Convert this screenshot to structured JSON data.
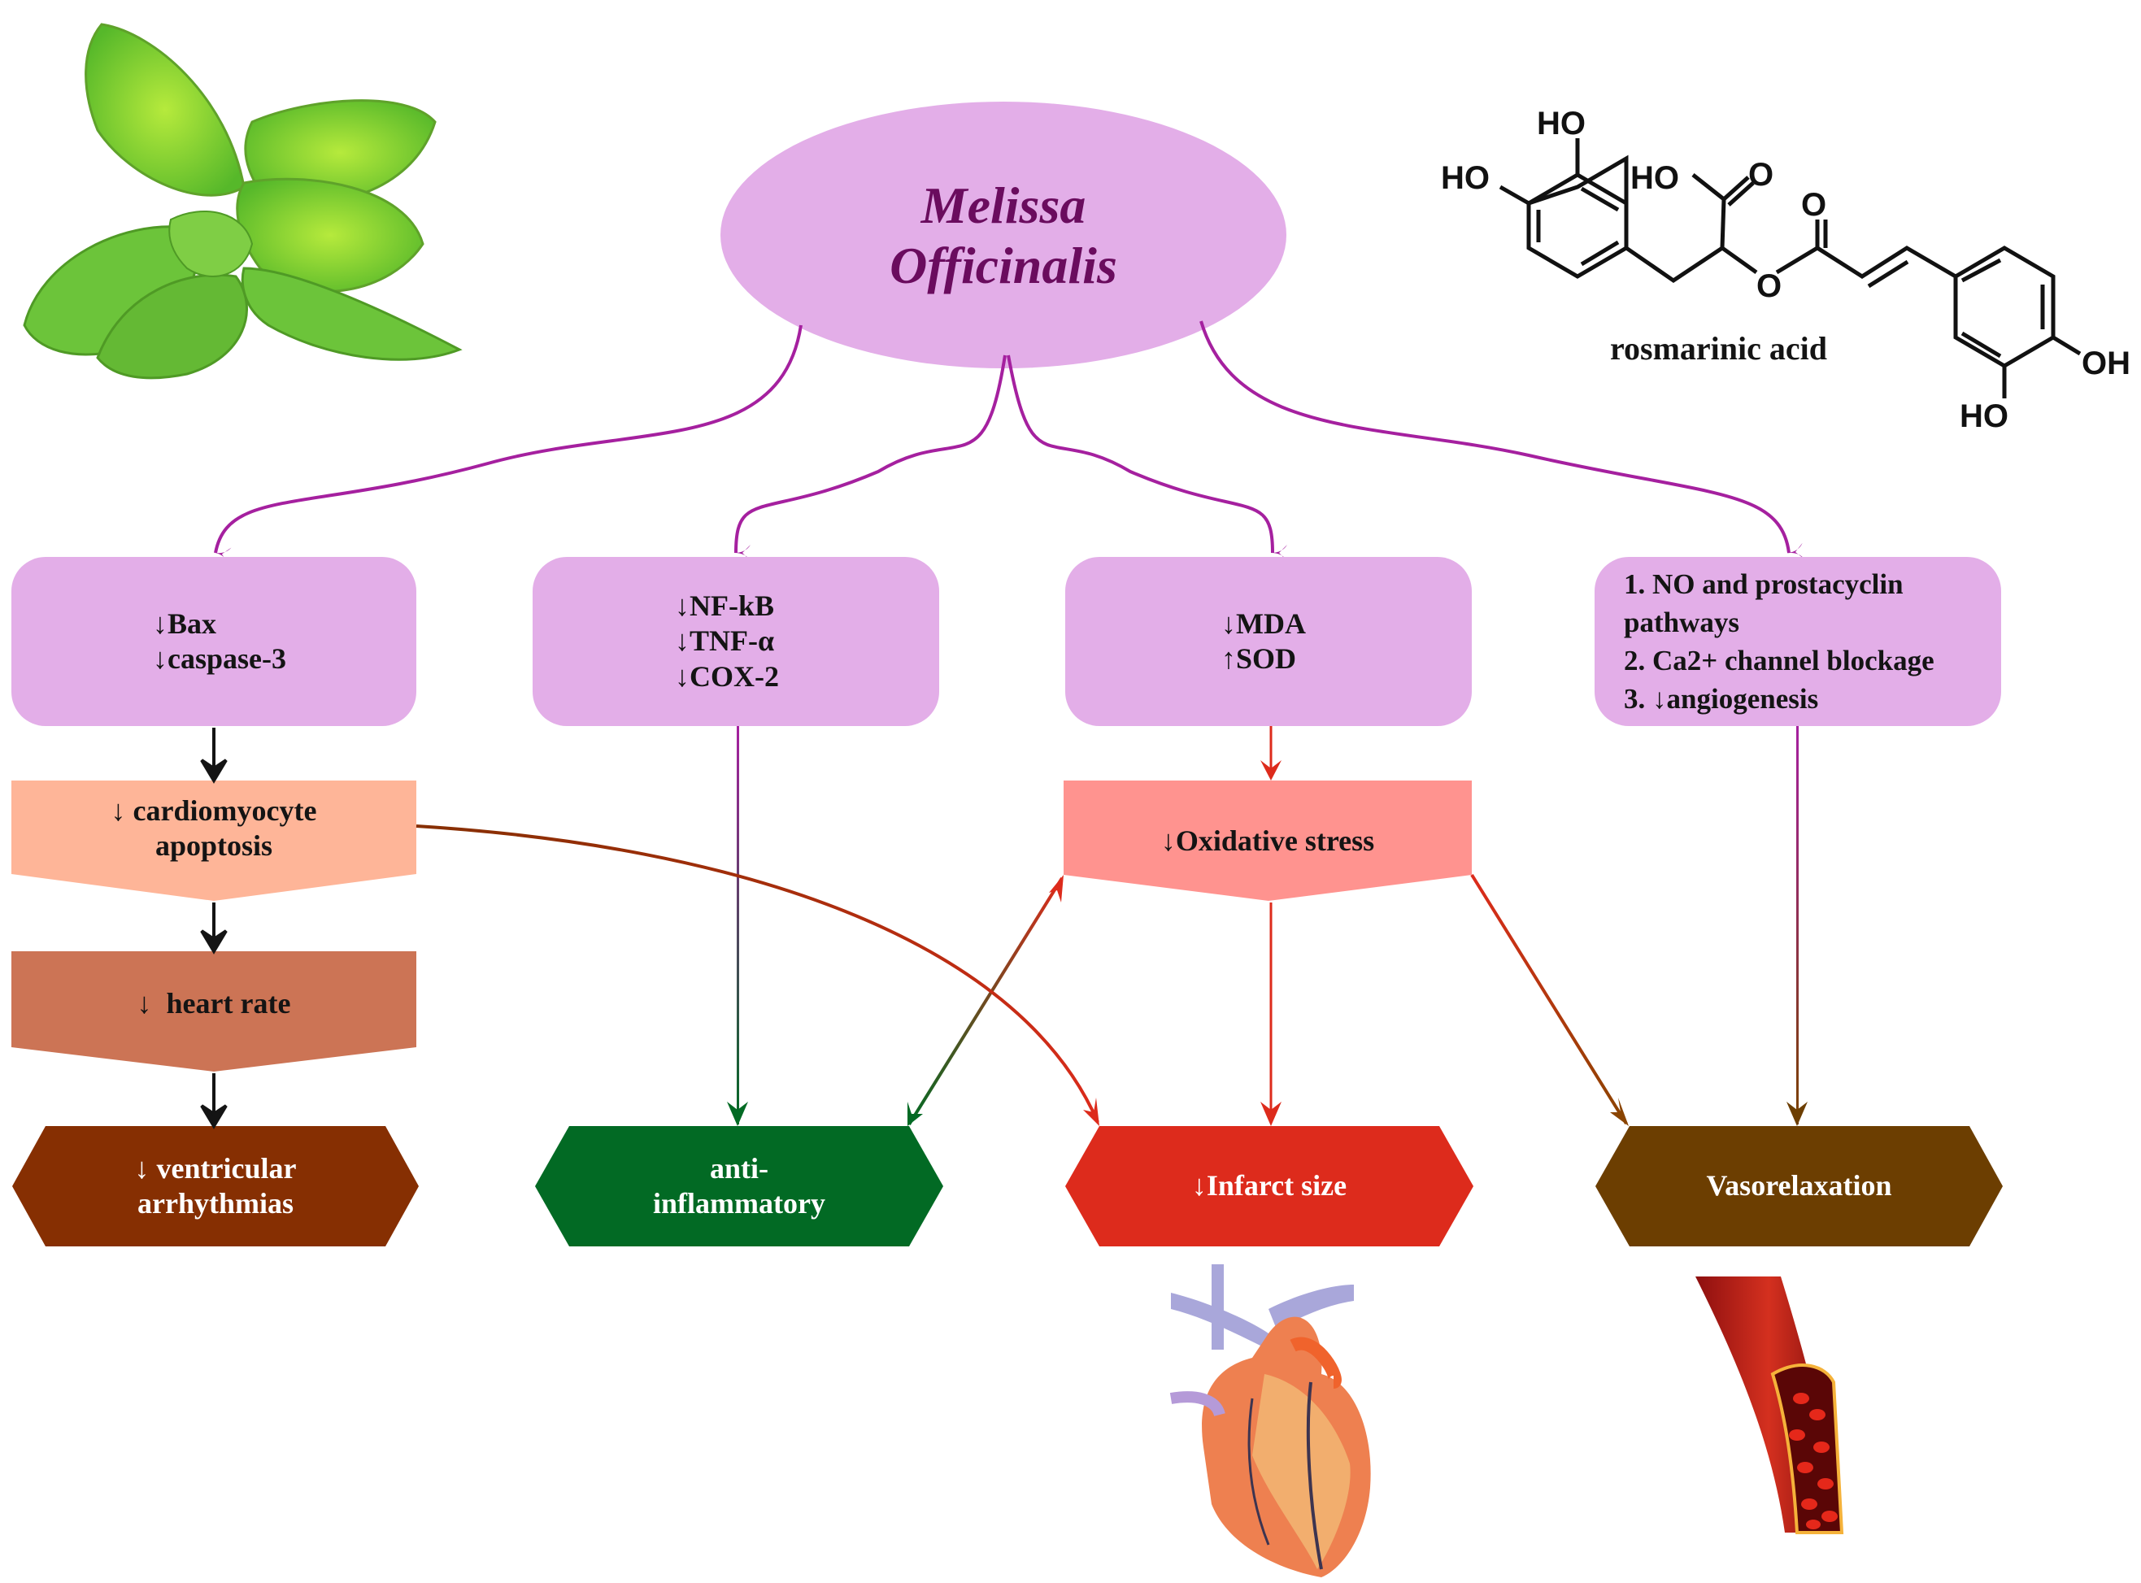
{
  "title": {
    "line1": "Melissa",
    "line2": "Officinalis"
  },
  "compound": {
    "name": "rosmarinic acid",
    "labels": [
      "HO",
      "HO",
      "HO",
      "O",
      "O",
      "O",
      "OH",
      "HO"
    ]
  },
  "mechanisms": [
    {
      "id": "apoptosis-markers",
      "lines": [
        "↓Bax",
        "↓caspase-3"
      ]
    },
    {
      "id": "inflammation-markers",
      "lines": [
        "↓NF-kB",
        "↓TNF-α",
        "↓COX-2"
      ]
    },
    {
      "id": "oxidative-markers",
      "lines": [
        "↓MDA",
        "↑SOD"
      ]
    },
    {
      "id": "vascular-mechanisms",
      "lines": [
        "1. NO and prostacyclin",
        "pathways",
        "2. Ca2+ channel blockage",
        "3. ↓angiogenesis"
      ]
    }
  ],
  "intermediates": {
    "apoptosis": {
      "lines": [
        "↓ cardiomyocyte",
        "apoptosis"
      ]
    },
    "heart_rate": {
      "lines": [
        "↓  heart rate"
      ]
    },
    "oxidative_stress": {
      "lines": [
        "↓Oxidative stress"
      ]
    }
  },
  "outcomes": [
    {
      "id": "ventricular-arrhythmias",
      "lines": [
        "↓ ventricular",
        "arrhythmias"
      ]
    },
    {
      "id": "anti-inflammatory",
      "lines": [
        "anti-",
        "inflammatory"
      ]
    },
    {
      "id": "infarct-size",
      "lines": [
        "↓Infarct size"
      ]
    },
    {
      "id": "vasorelaxation",
      "lines": [
        "Vasorelaxation"
      ]
    }
  ],
  "colors": {
    "lavender": "#e3aee8",
    "title_purple": "#6a0c5e",
    "connector_purple": "#a5209f",
    "apoptosis_peach": "#feb598",
    "heart_rate_terracotta": "#cc7455",
    "oxidative_pink": "#ff938f",
    "arrhythmia_brown": "#862f02",
    "anti_inflammatory_green": "#026a24",
    "infarct_red": "#dd2b1c",
    "vasorelaxation_brown": "#6c3e01",
    "arrow_black": "#141414"
  }
}
